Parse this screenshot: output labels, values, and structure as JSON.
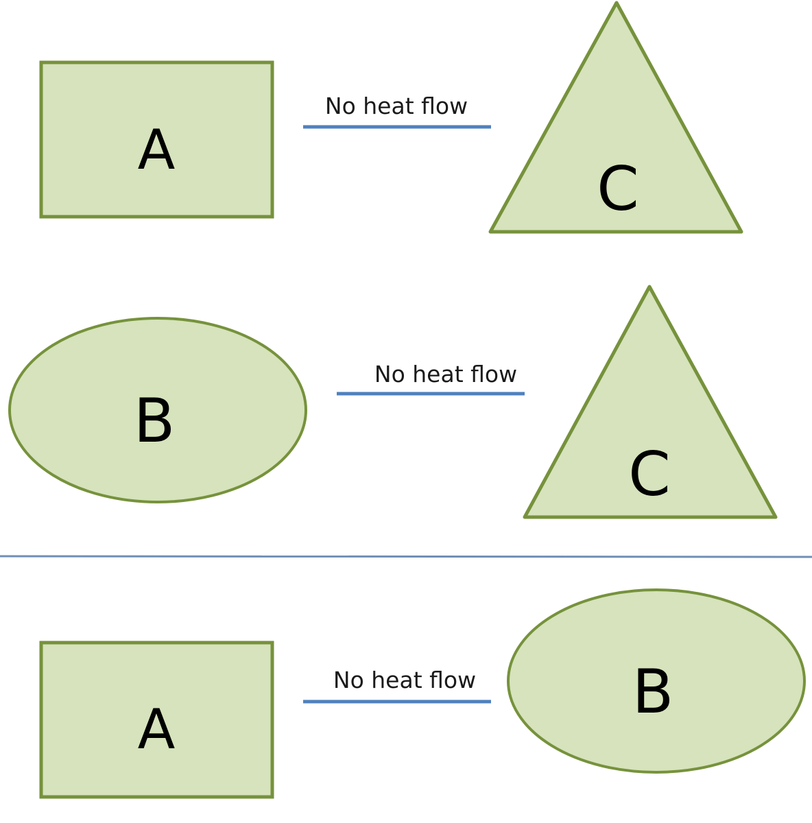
{
  "colors": {
    "shape_fill": "#d6e3bc",
    "shape_stroke": "#76923c",
    "connector": "#4f81bd",
    "divider": "#4f81bd"
  },
  "row1": {
    "left_shape": {
      "type": "rectangle",
      "label": "A"
    },
    "connector_label": "No heat flow",
    "right_shape": {
      "type": "triangle",
      "label": "C"
    }
  },
  "row2": {
    "left_shape": {
      "type": "ellipse",
      "label": "B"
    },
    "connector_label": "No heat flow",
    "right_shape": {
      "type": "triangle",
      "label": "C"
    }
  },
  "row3": {
    "left_shape": {
      "type": "rectangle",
      "label": "A"
    },
    "connector_label": "No heat flow",
    "right_shape": {
      "type": "ellipse",
      "label": "B"
    }
  }
}
